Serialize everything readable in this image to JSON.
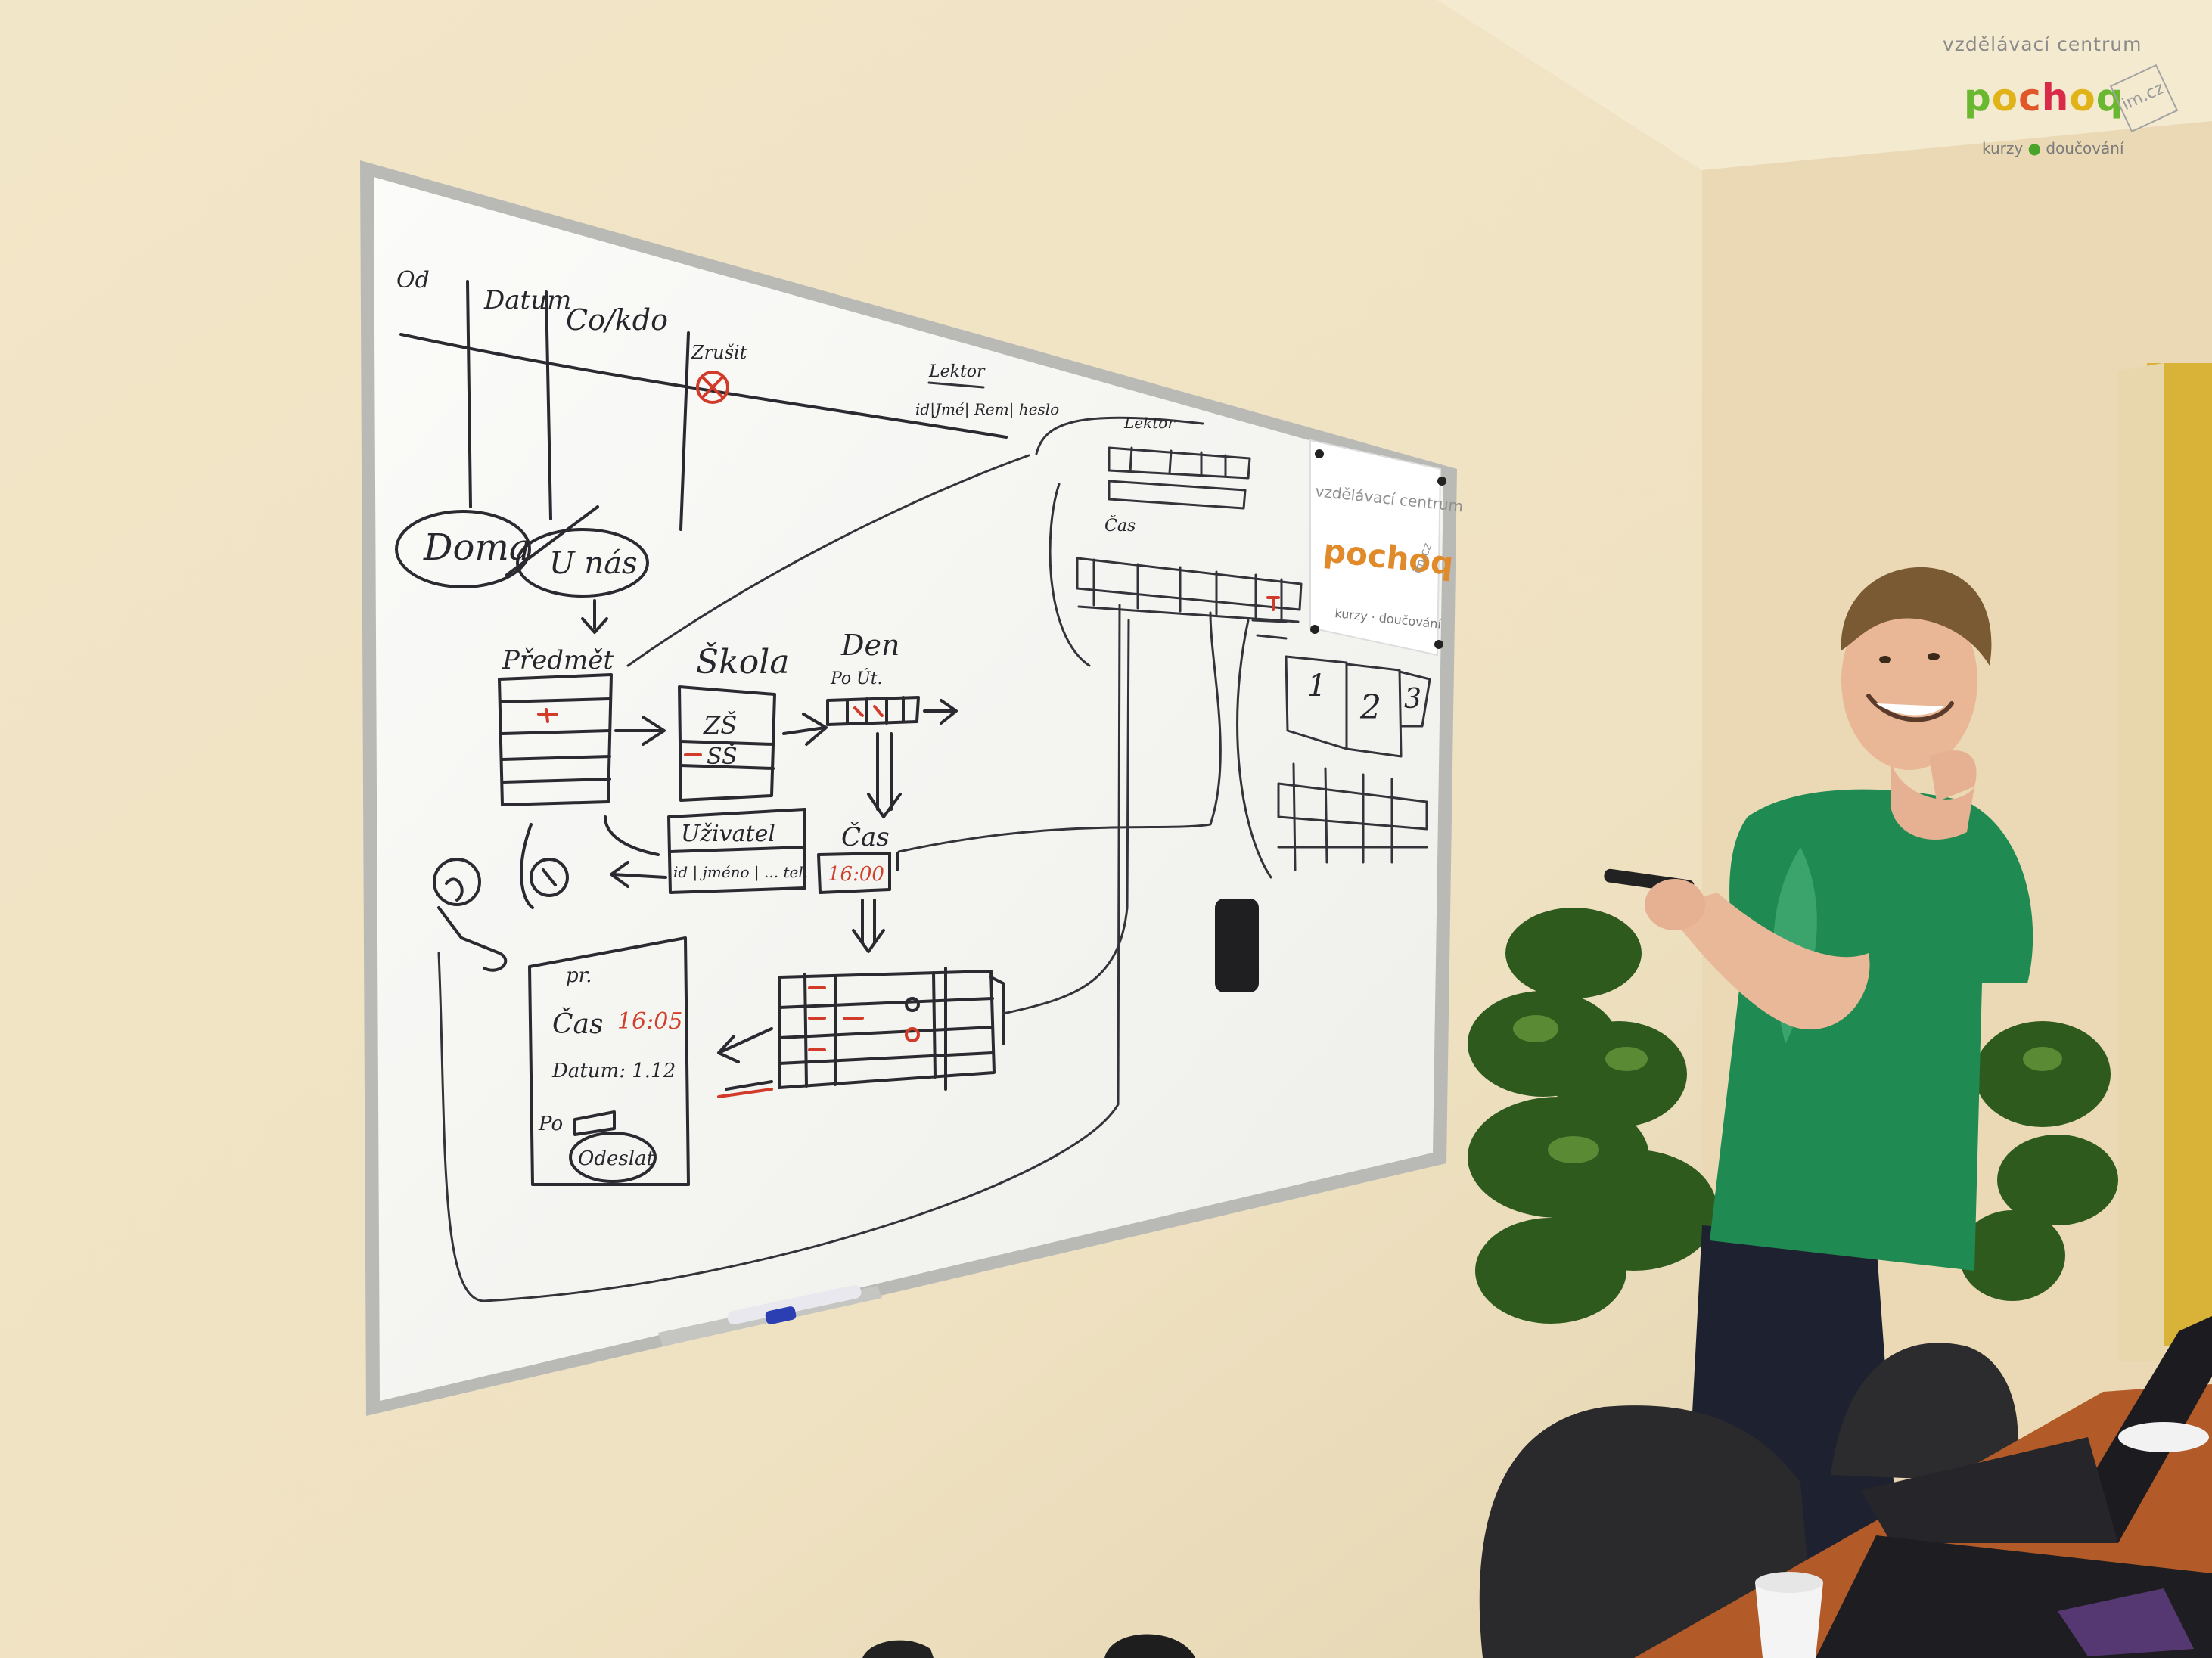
{
  "watermark": {
    "top_text": "vzdělávací centrum",
    "logo_letters": [
      "p",
      "o",
      "c",
      "h",
      "o",
      "q"
    ],
    "logo_colors": [
      "#69b830",
      "#e0b318",
      "#e0572a",
      "#d92a4a",
      "#e0b318",
      "#69b830"
    ],
    "domain_badge": "im.cz",
    "bottom_left": "kurzy",
    "bottom_right": "doučování"
  },
  "whiteboard": {
    "header_cells": [
      "Od",
      "Datum",
      "Co/kdo",
      "Zrušit"
    ],
    "bubble_left": "Doma",
    "bubble_right": "U nás",
    "node_subject": "Předmět",
    "node_school": "Škola",
    "school_rows": [
      "ZŠ",
      "SŠ"
    ],
    "node_day": "Den",
    "day_subtitle": "Po Út.",
    "node_time": "Čas",
    "time_value": "16:00",
    "node_user": "Uživatel",
    "user_fields": "id | jméno | ... tel.",
    "card_title": "Čas",
    "card_time": "16:05",
    "card_date": "Datum: 1.12",
    "card_button": "Odeslat",
    "top_table_label": "Lektor",
    "time_table_label": "Čas",
    "rooms": [
      "1",
      "2",
      "3"
    ]
  },
  "poster": {
    "top_text": "vzdělávací centrum",
    "logo": "pochoq",
    "badge": "im.cz",
    "bottom_text": "kurzy · doučování"
  },
  "colors": {
    "wall": "#efe3c6",
    "board": "#f7f7f4",
    "frame": "#b9b9b6",
    "shirt": "#1f8a52",
    "plant": "#2f5a1e",
    "desk": "#b25a28"
  }
}
